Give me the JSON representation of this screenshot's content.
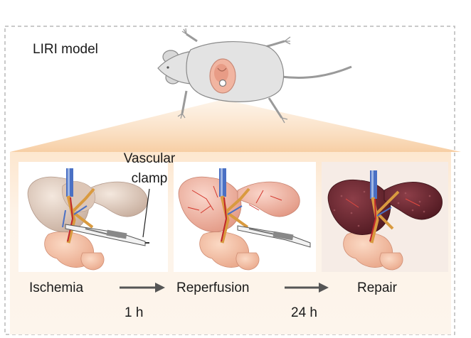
{
  "title": "LIRI model",
  "annotation": {
    "line1": "Vascular",
    "line2": "clamp"
  },
  "stages": [
    {
      "label": "Ischemia"
    },
    {
      "label": "Reperfusion"
    },
    {
      "label": "Repair"
    }
  ],
  "transitions": [
    {
      "time": "1 h"
    },
    {
      "time": "24 h"
    }
  ],
  "colors": {
    "frame_border": "#b8b8b8",
    "panel_fill": "#fdf2e6",
    "glow": "#f6cfa6",
    "mouse_body": "#e3e3e3",
    "liver_pale": "#e8d5c8",
    "liver_pink": "#f2b7a6",
    "liver_dark": "#6e2a33",
    "vessel_orange": "#d99a3f",
    "vessel_red": "#c0272d",
    "vessel_blue": "#4a70c4",
    "arrow": "#555555"
  },
  "icons": {
    "mouse": "mouse-illustration",
    "ischemia_liver": "pale-liver-with-clamp",
    "reperfusion_liver": "pink-liver-with-clamp",
    "repair_liver": "dark-damaged-liver"
  }
}
